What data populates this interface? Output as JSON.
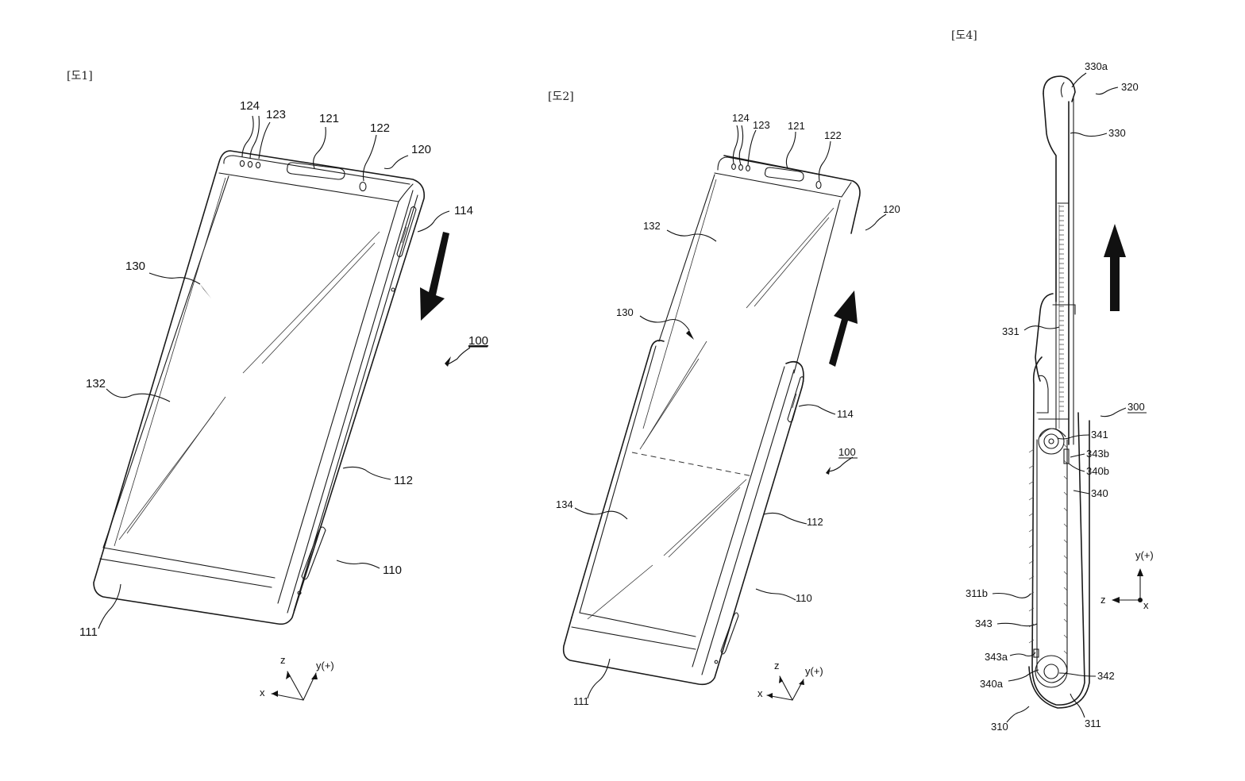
{
  "figures": [
    {
      "caption": "[도1]",
      "labels": {
        "l124": "124",
        "l123": "123",
        "l121": "121",
        "l122": "122",
        "l120": "120",
        "l114": "114",
        "l130": "130",
        "l100": "100",
        "l132": "132",
        "l112": "112",
        "l110": "110",
        "l111": "111"
      },
      "axes": {
        "z": "z",
        "y": "y(+)",
        "x": "x"
      }
    },
    {
      "caption": "[도2]",
      "labels": {
        "l124": "124",
        "l123": "123",
        "l121": "121",
        "l122": "122",
        "l120": "120",
        "l132": "132",
        "l130": "130",
        "l114": "114",
        "l100": "100",
        "l134": "134",
        "l112": "112",
        "l110": "110",
        "l111": "111"
      },
      "axes": {
        "z": "z",
        "y": "y(+)",
        "x": "x"
      }
    },
    {
      "caption": "[도4]",
      "labels": {
        "l330a": "330a",
        "l320": "320",
        "l330": "330",
        "l331": "331",
        "l300": "300",
        "l341": "341",
        "l343b": "343b",
        "l340b": "340b",
        "l340": "340",
        "l311b": "311b",
        "l343": "343",
        "l343a": "343a",
        "l340a": "340a",
        "l342": "342",
        "l310": "310",
        "l311": "311"
      },
      "axes": {
        "y": "y(+)",
        "z": "z",
        "x": "x"
      }
    }
  ]
}
